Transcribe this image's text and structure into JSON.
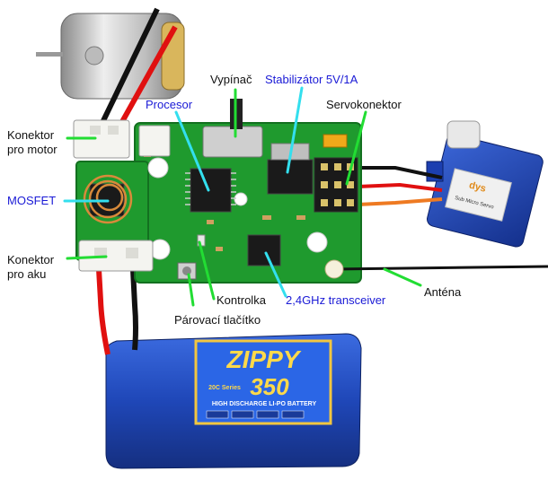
{
  "labels": {
    "motor_connector_line1": "Konektor",
    "motor_connector_line2": "pro motor",
    "switch": "Vypínač",
    "regulator": "Stabilizátor 5V/1A",
    "processor": "Procesor",
    "servo_connector": "Servokonektor",
    "mosfet": "MOSFET",
    "battery_connector_line1": "Konektor",
    "battery_connector_line2": "pro aku",
    "indicator": "Kontrolka",
    "transceiver": "2,4GHz transceiver",
    "antenna": "Anténa",
    "pairing_button": "Párovací tlačítko"
  },
  "battery": {
    "brand": "ZIPPY",
    "capacity": "350",
    "series": "20C Series",
    "subtitle": "HIGH DISCHARGE LI-PO BATTERY"
  },
  "servo": {
    "logo": "dys",
    "model": "Sub Micro Servo"
  },
  "colors": {
    "pcb_green": "#1f9a2e",
    "label_blue": "#1a1ad6",
    "leader_green": "#22dd33",
    "leader_cyan": "#33dfee",
    "battery_blue": "#1f47b8",
    "servo_blue": "#1c3fb0"
  }
}
